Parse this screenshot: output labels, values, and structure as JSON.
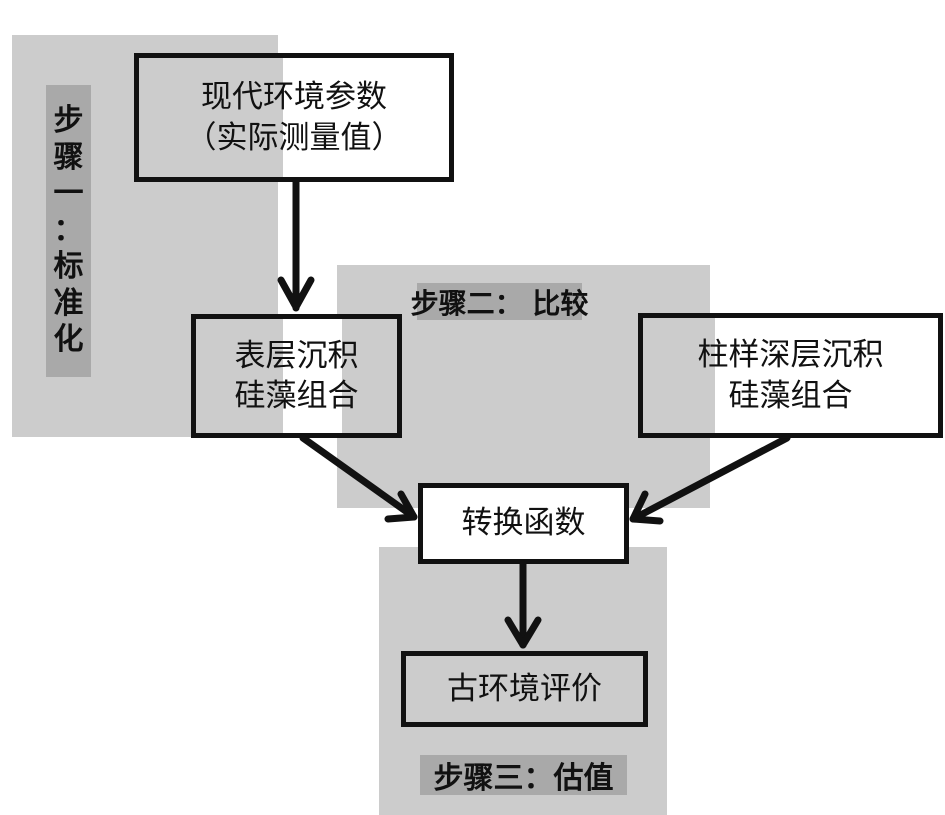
{
  "steps": {
    "step1": {
      "label_chars": [
        "步",
        "骤",
        "一",
        "：",
        "标",
        "准",
        "化"
      ]
    },
    "step2": {
      "label": "步骤二： 比较"
    },
    "step3": {
      "label": "步骤三：估值"
    }
  },
  "nodes": {
    "modern_env": {
      "line1": "现代环境参数",
      "line2": "（实际测量值）"
    },
    "surface": {
      "line1": "表层沉积",
      "line2": "硅藻组合"
    },
    "core": {
      "line1": "柱样深层沉积",
      "line2": "硅藻组合"
    },
    "transfer": {
      "line1": "转换函数"
    },
    "paleo": {
      "line1": "古环境评价"
    }
  },
  "colors": {
    "panel": "#cccccc",
    "label_bg": "#a9a9a9",
    "stroke": "#111111"
  }
}
